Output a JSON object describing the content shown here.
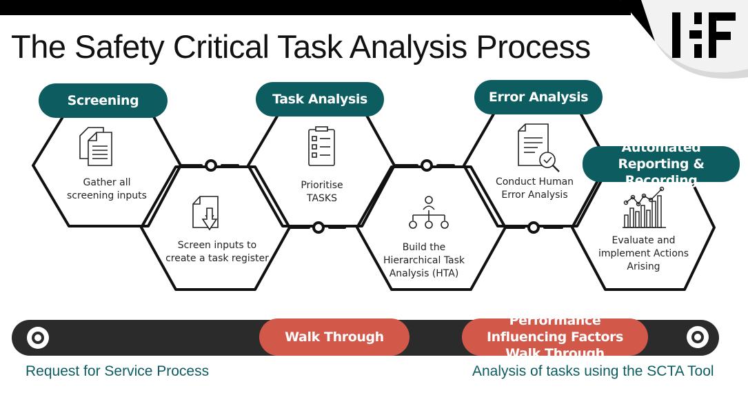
{
  "title": "The Safety Critical Task Analysis Process",
  "logo": {
    "text": "IHF"
  },
  "stages": {
    "screening": {
      "header": "Screening",
      "top_label": "Gather all screening inputs",
      "bottom_label": "Screen inputs to create a task register"
    },
    "task_analysis": {
      "header": "Task Analysis",
      "top_label": "Prioritise TASKS",
      "bottom_label": "Build the Hierarchical Task Analysis (HTA)"
    },
    "error_analysis": {
      "header": "Error Analysis",
      "top_label": "Conduct Human Error Analysis"
    },
    "reporting": {
      "header": "Automated Reporting & Recording",
      "bottom_label": "Evaluate and implement Actions Arising"
    }
  },
  "bar": {
    "walk_through": "Walk Through",
    "pif_walk_through": "Performance Influencing Factors Walk Through"
  },
  "footer": {
    "left": "Request for Service Process",
    "right": "Analysis of tasks using the SCTA Tool"
  },
  "colors": {
    "teal": "#0d5c60",
    "coral": "#d2584a",
    "bar": "#2b2b2b",
    "ink": "#111111"
  },
  "icons": [
    "documents-icon",
    "download-file-icon",
    "checklist-icon",
    "hierarchy-icon",
    "document-search-icon",
    "bar-line-chart-icon",
    "logo-icon"
  ]
}
